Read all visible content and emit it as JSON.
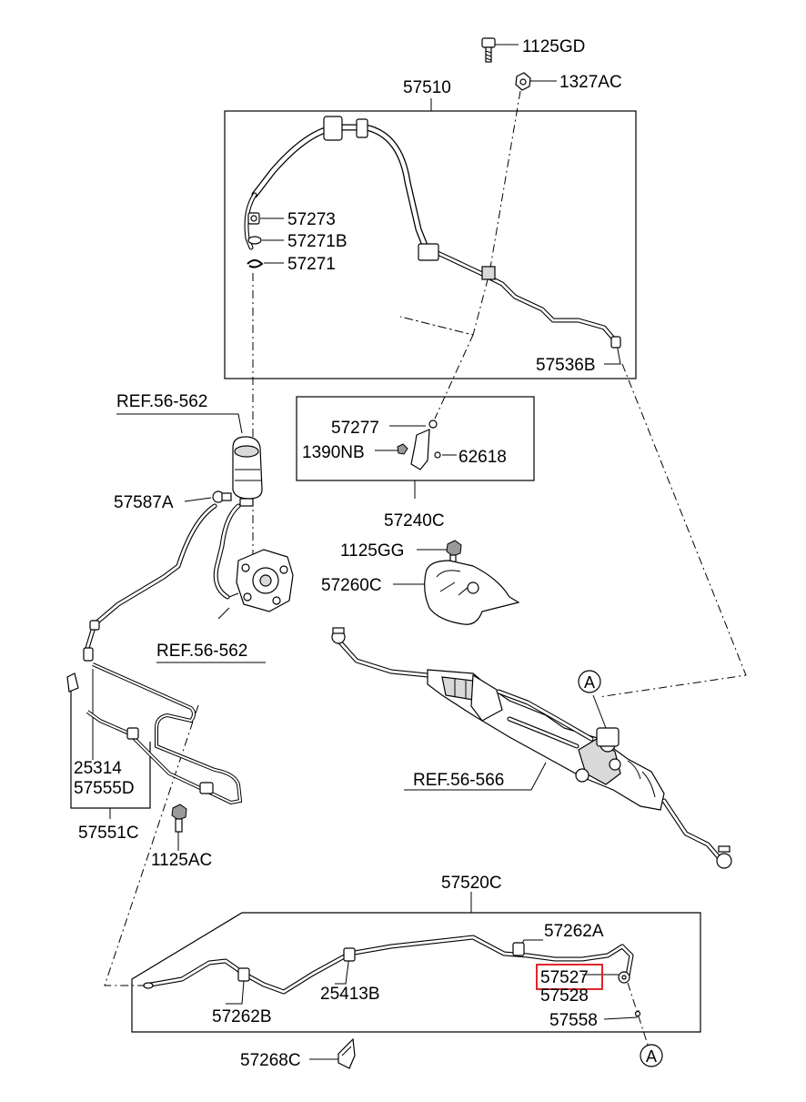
{
  "diagram": {
    "labels": {
      "p1125GD": "1125GD",
      "p1327AC": "1327AC",
      "p57510": "57510",
      "p57273": "57273",
      "p57271B": "57271B",
      "p57271": "57271",
      "p57536B": "57536B",
      "ref56562_top": "REF.56-562",
      "p57277": "57277",
      "p1390NB": "1390NB",
      "p62618": "62618",
      "p57240C": "57240C",
      "p57587A": "57587A",
      "p1125GG": "1125GG",
      "p57260C": "57260C",
      "ref56562_pump": "REF.56-562",
      "p25314": "25314",
      "p57555D": "57555D",
      "p57551C": "57551C",
      "p1125AC": "1125AC",
      "ref56566": "REF.56-566",
      "p57520C": "57520C",
      "p57262A": "57262A",
      "p57527": "57527",
      "p57528": "57528",
      "p57558": "57558",
      "p57262B": "57262B",
      "p25413B": "25413B",
      "p57268C": "57268C",
      "callout_a_rack": "A",
      "callout_a_bottom": "A"
    },
    "highlighted_part": "57527",
    "colors": {
      "line": "#000000",
      "background": "#ffffff",
      "highlight": "#e0252b",
      "shade": "#d9d9d9"
    }
  }
}
